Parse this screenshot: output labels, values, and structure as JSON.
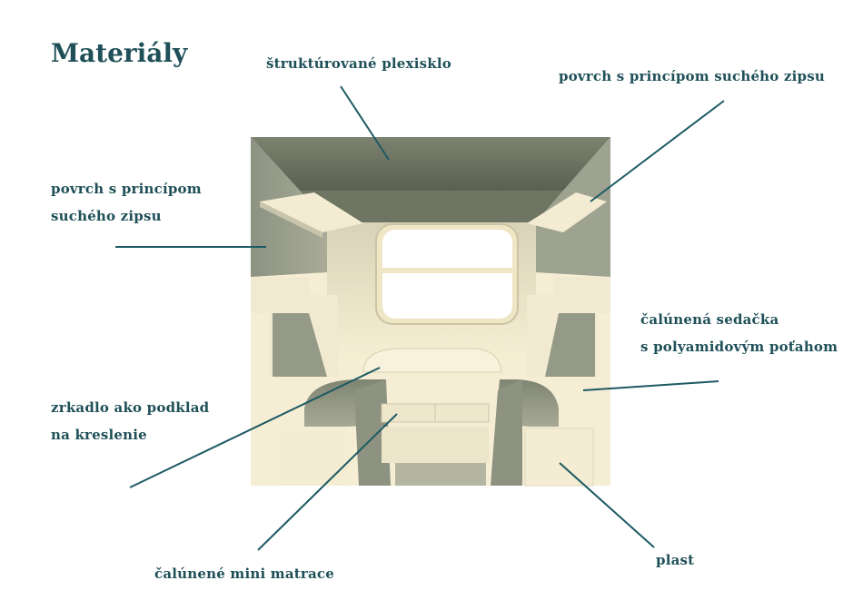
{
  "title": "Materiály",
  "labels": {
    "ceiling": "štruktúrované plexisklo",
    "shelf_right": "povrch s princípom suchého zipsu",
    "wall_left_1": "povrch s princípom",
    "wall_left_2": "suchého zipsu",
    "seat_1": "čalúnená sedačka",
    "seat_2": "s polyamidovým poťahom",
    "mirror_1": "zrkadlo ako podklad",
    "mirror_2": "na kreslenie",
    "mattress": "čalúnené mini matrace",
    "plastic": "plast"
  },
  "colors": {
    "text": "#1f5058",
    "leader_line": "#1e5a64",
    "interior_light": "#f6efd6",
    "interior_shadow": "#8d9180"
  }
}
